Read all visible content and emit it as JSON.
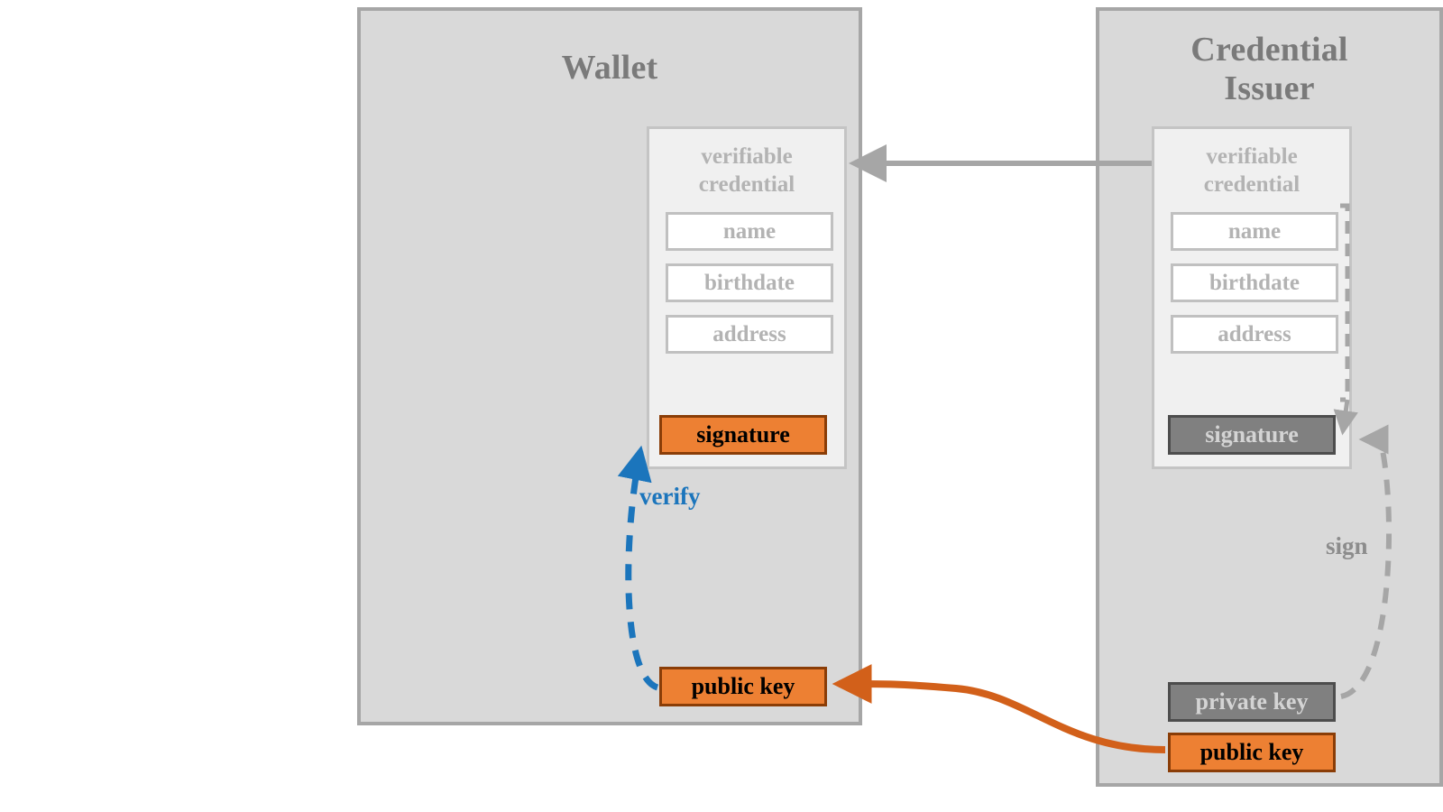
{
  "diagram": {
    "title_implicit": "verifiable credential issuance and verification",
    "colors": {
      "panel_bg": "#d9d9d9",
      "panel_border": "#a6a6a6",
      "card_bg": "#f0f0f0",
      "card_border": "#c4c4c4",
      "field_bg": "#ffffff",
      "field_border": "#c0c0c0",
      "muted_text": "#b3b3b3",
      "title_text": "#7a7a7a",
      "accent_orange": "#ED8033",
      "accent_orange_border": "#8a3d07",
      "dark_chip": "#808080",
      "dark_chip_border": "#4d4d4d",
      "dark_chip_text": "#d4d4d4",
      "verify_blue": "#1B75BC",
      "sign_gray": "#a6a6a6",
      "transfer_orange": "#D2601A"
    }
  },
  "panels": [
    {
      "id": "wallet",
      "title": "Wallet",
      "credential": {
        "title": "verifiable\ncredential",
        "title_line1": "verifiable",
        "title_line2": "credential",
        "fields": [
          "name",
          "birthdate",
          "address"
        ],
        "signature_label": "signature",
        "signature_style": "orange"
      },
      "keys": [
        {
          "label": "public key",
          "style": "orange"
        }
      ]
    },
    {
      "id": "issuer",
      "title": "Credential\nIssuer",
      "title_line1": "Credential",
      "title_line2": "Issuer",
      "credential": {
        "title_line1": "verifiable",
        "title_line2": "credential",
        "fields": [
          "name",
          "birthdate",
          "address"
        ],
        "signature_label": "signature",
        "signature_style": "dark"
      },
      "keys": [
        {
          "label": "private key",
          "style": "dark"
        },
        {
          "label": "public key",
          "style": "orange"
        }
      ]
    }
  ],
  "edges": [
    {
      "id": "issue-credential",
      "label": "",
      "style": "solid",
      "color": "#a6a6a6",
      "from": "issuer.credential",
      "to": "wallet.credential"
    },
    {
      "id": "sign",
      "label": "sign",
      "style": "dashed",
      "color": "#a6a6a6",
      "from": "issuer.private-key",
      "to": "issuer.signature"
    },
    {
      "id": "sign-fields",
      "label": "",
      "style": "dashed",
      "color": "#a6a6a6",
      "from": "issuer.credential.fields",
      "to": "issuer.signature"
    },
    {
      "id": "verify",
      "label": "verify",
      "style": "dashed",
      "color": "#1B75BC",
      "from": "wallet.public-key",
      "to": "wallet.signature"
    },
    {
      "id": "transfer-public-key",
      "label": "",
      "style": "solid",
      "color": "#D2601A",
      "from": "issuer.public-key",
      "to": "wallet.public-key"
    }
  ]
}
